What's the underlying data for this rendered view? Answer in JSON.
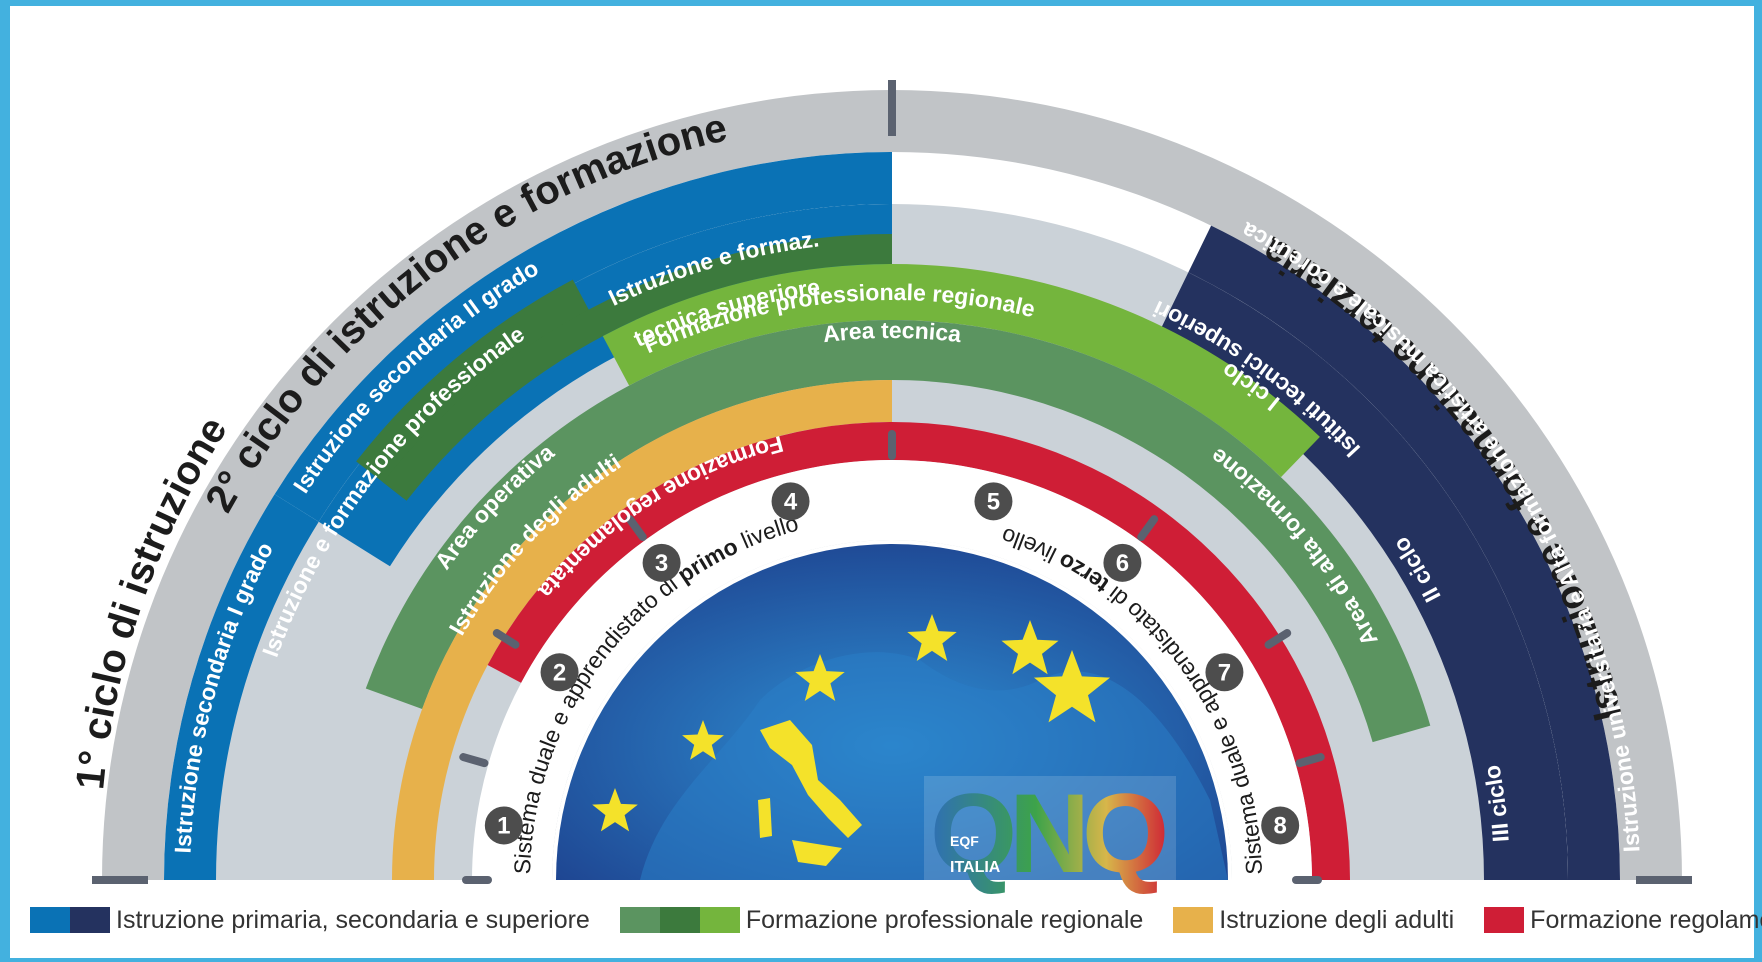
{
  "diagram": {
    "colors": {
      "blue": "#0a72b5",
      "navy": "#24325f",
      "green_dark": "#3c7a3d",
      "green_mid": "#5b9460",
      "green_light": "#74b53d",
      "yellow": "#e7b14b",
      "red": "#cf1e36",
      "grey_band": "#c1c4c7",
      "grey_fill": "#cbd2d8"
    },
    "outer_arc": {
      "first_cycle": "1° ciclo di istruzione",
      "second_cycle": "2° ciclo di istruzione e formazione",
      "tertiary": "Istruzione e formazione terziaria"
    },
    "blue_band": {
      "lower_secondary": "Istruzione secondaria I grado",
      "upper_secondary": "Istruzione secondaria II grado"
    },
    "navy_band": {
      "university": "Istruzione universitaria e Alta formazione artistica musicale e coreutica",
      "cycle1": "I ciclo",
      "cycle2": "II ciclo",
      "cycle3": "III ciclo"
    },
    "green_dark_band": {
      "ifp": "Istruzione e formazione professionale"
    },
    "green_light_band": {
      "ifts_line1": "Istruzione e formaz.",
      "ifts_line2": "tecnica superiore",
      "its": "Istituti tecnici superiori"
    },
    "green_mid_band": {
      "regional": "Formazione professionale regionale",
      "operative": "Area operativa",
      "technical": "Area tecnica",
      "high": "Area di alta formazione"
    },
    "yellow_band": {
      "adults": "Istruzione degli adulti"
    },
    "red_band": {
      "regulated": "Formazione regolamentata"
    },
    "inner": {
      "first_level_prefix": "Sistema duale e apprendistato di ",
      "first_level_bold": "primo",
      "first_level_suffix": " livello",
      "third_level_prefix": "Sistema duale e apprendistato di ",
      "third_level_bold": "terzo",
      "third_level_suffix": " livello"
    },
    "levels": [
      "1",
      "2",
      "3",
      "4",
      "5",
      "6",
      "7",
      "8"
    ],
    "logo": {
      "main": "QNQ",
      "small1": "EQF",
      "small2": "ITALIA"
    }
  },
  "legend": [
    {
      "label": "Istruzione primaria, secondaria e superiore",
      "colors": [
        "#0a72b5",
        "#24325f"
      ]
    },
    {
      "label": "Formazione professionale regionale",
      "colors": [
        "#5b9460",
        "#3c7a3d",
        "#74b53d"
      ]
    },
    {
      "label": "Istruzione degli adulti",
      "colors": [
        "#e7b14b"
      ]
    },
    {
      "label": "Formazione regolamentata",
      "colors": [
        "#cf1e36"
      ]
    }
  ]
}
